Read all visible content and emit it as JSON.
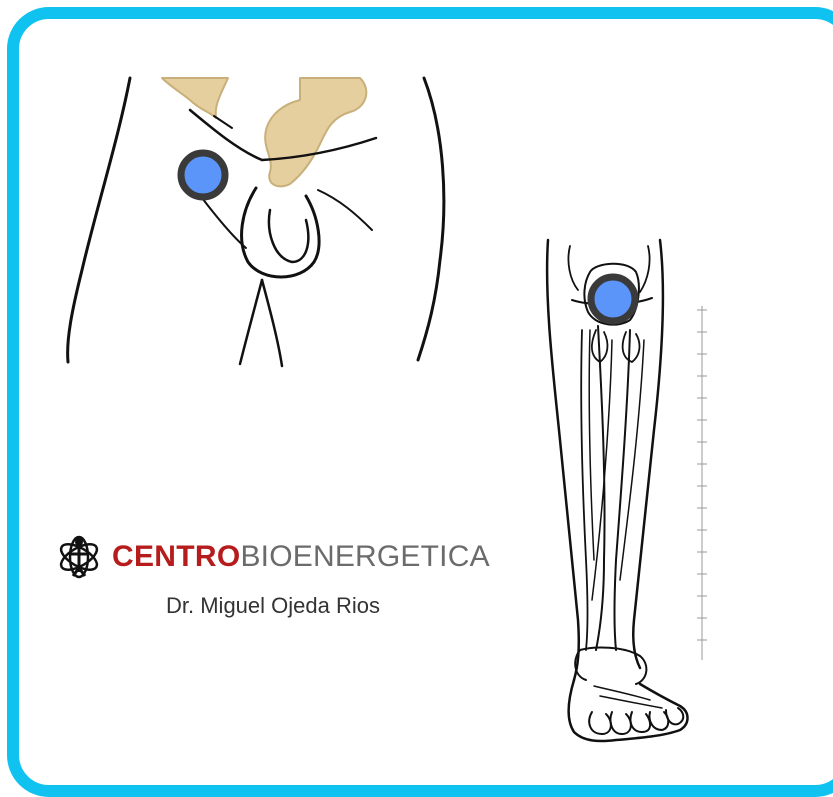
{
  "brand": {
    "name_bold": "CENTRO",
    "name_light": "BIOENERGETICA",
    "doctor": "Dr. Miguel Ojeda Rios"
  },
  "colors": {
    "frame": "#0fc2f0",
    "point_fill": "#5b95f9",
    "point_ring": "#3a3a3a",
    "brand_red": "#b71c1c",
    "brand_gray": "#6b6b6b",
    "intestine": "#e6cf9e"
  },
  "icons": [
    "caduceus-logo-icon"
  ]
}
